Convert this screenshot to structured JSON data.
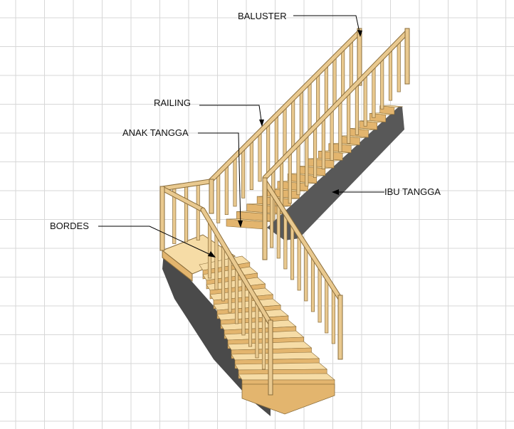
{
  "labels": {
    "baluster": "BALUSTER",
    "railing": "RAILING",
    "anak_tangga": "ANAK TANGGA",
    "ibu_tangga": "IBU TANGGA",
    "bordes": "BORDES"
  },
  "colors": {
    "grid": "#d7d7d7",
    "tread_top": "#f6dca6",
    "riser": "#e3b56e",
    "wood": "#e9c98f",
    "wood_edge": "#8a6d3b",
    "stringer": "#5a5a5a",
    "shadow": "#4a4a4a",
    "leader": "#000000"
  }
}
